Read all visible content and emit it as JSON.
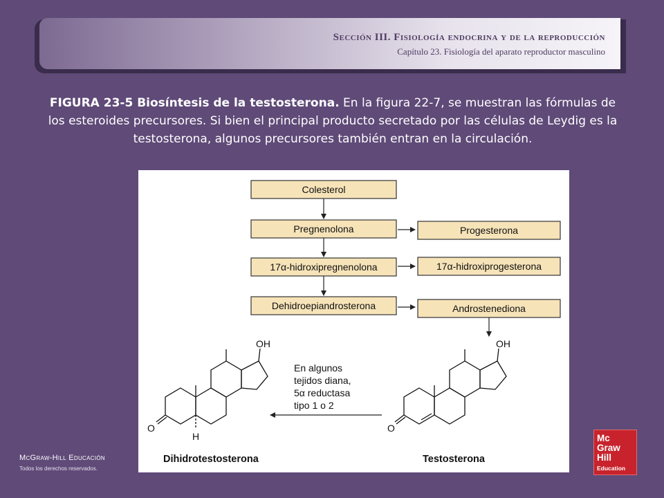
{
  "header": {
    "section": "Sección III.   Fisiología endocrina y de la reproducción",
    "chapter": "Capítulo 23.  Fisiología del aparato reproductor masculino"
  },
  "caption": {
    "label": "FIGURA 23-5 Biosíntesis de la testosterona.",
    "text": " En la figura 22-7, se muestran las fórmulas de los esteroides precursores. Si bien el principal producto secretado por las células de Leydig es la testosterona, algunos precursores también entran en la circulación."
  },
  "diagram": {
    "boxes": {
      "colesterol": "Colesterol",
      "pregnenolona": "Pregnenolona",
      "hidroxipregnenolona": "17α-hidroxipregnenolona",
      "dhea": "Dehidroepiandrosterona",
      "progesterona": "Progesterona",
      "hidroxiprogesterona": "17α-hidroxiprogesterona",
      "androstenediona": "Androstenediona"
    },
    "enzyme_note": [
      "En algunos",
      "tejidos diana,",
      "5α reductasa",
      "tipo 1 o 2"
    ],
    "molecules": {
      "dht": {
        "name": "Dihidrotestosterona",
        "oh": "OH",
        "o": "O",
        "h": "H"
      },
      "testosterone": {
        "name": "Testosterona",
        "oh": "OH",
        "o": "O"
      }
    }
  },
  "footer": {
    "publisher": "McGraw-Hill Educación",
    "rights": "Todos los derechos reservados.",
    "logo": [
      "Mc",
      "Graw",
      "Hill",
      "Education"
    ]
  },
  "colors": {
    "background": "#5f4a78",
    "box_fill": "#f6e3b8",
    "logo_red": "#c8232c"
  }
}
